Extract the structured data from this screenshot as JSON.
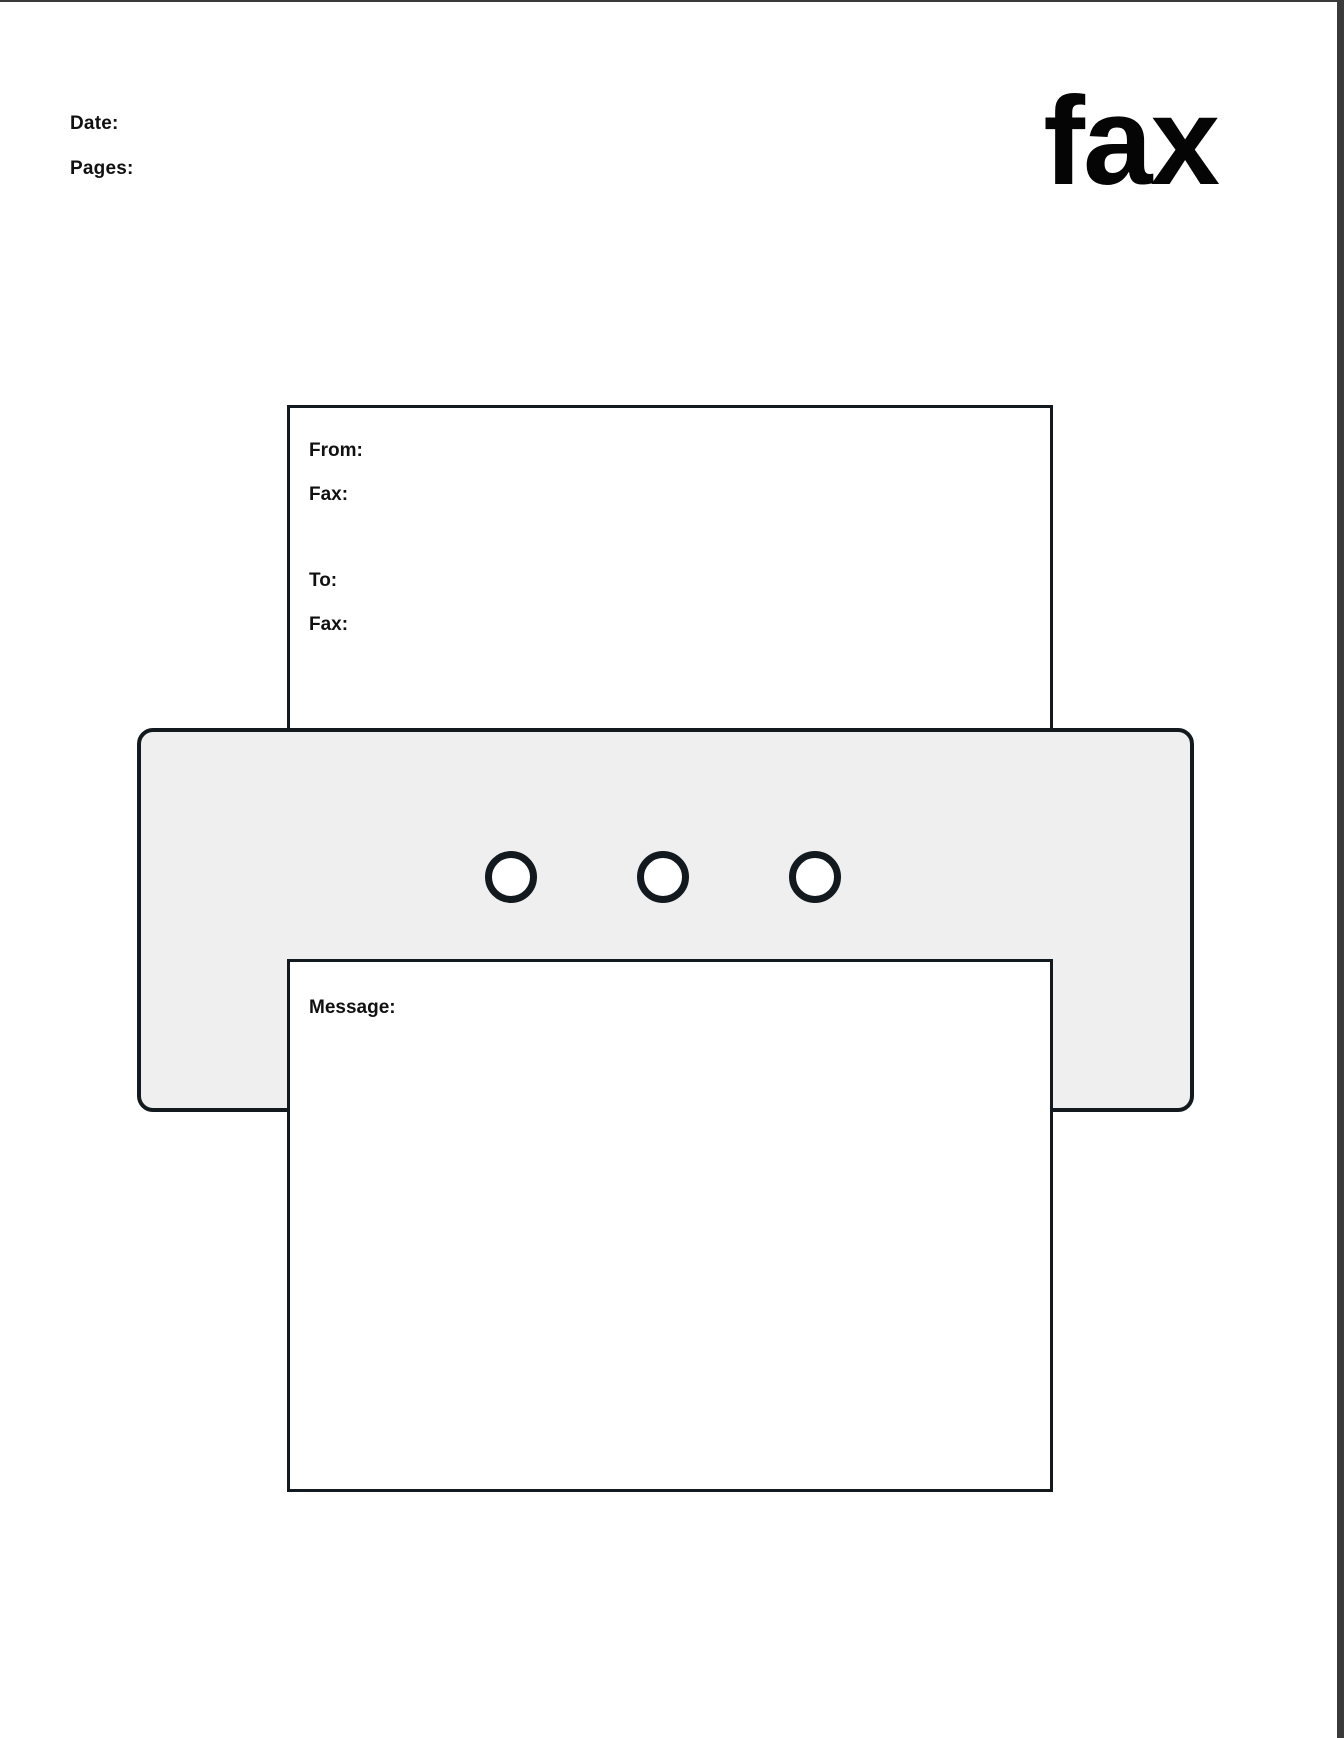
{
  "document": {
    "type": "fax-cover-sheet",
    "logo_text": "fax"
  },
  "header": {
    "date_label": "Date:",
    "pages_label": "Pages:"
  },
  "sender_block": {
    "from_label": "From:",
    "from_fax_label": "Fax:",
    "to_label": "To:",
    "to_fax_label": "Fax:"
  },
  "message_block": {
    "message_label": "Message:"
  },
  "illustration": {
    "description": "fax-machine",
    "buttons": [
      "button-1",
      "button-2",
      "button-3"
    ],
    "body_color": "#efefef",
    "outline_color": "#121a1f",
    "paper_color": "#ffffff"
  }
}
